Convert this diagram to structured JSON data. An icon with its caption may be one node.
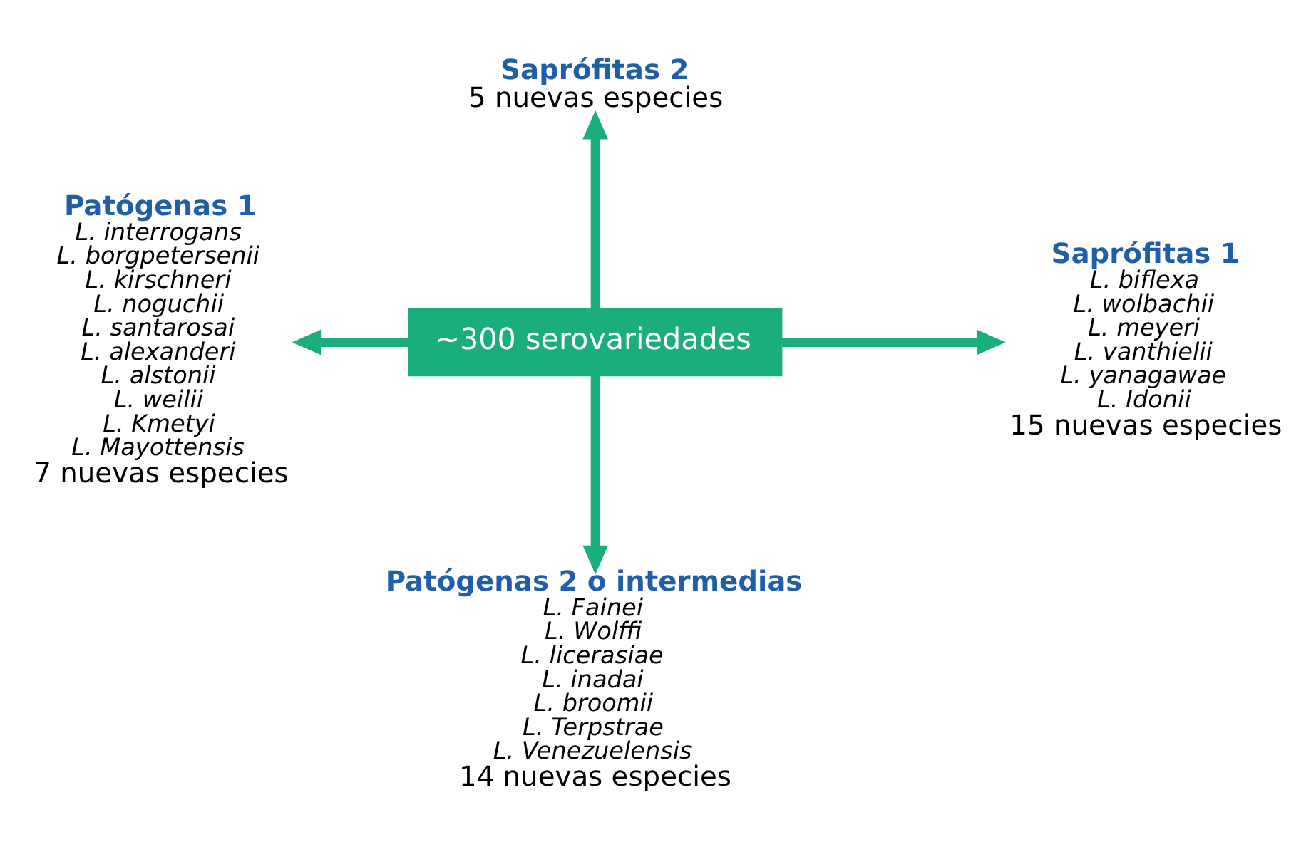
{
  "diagram": {
    "nodes": [
      {
        "text": [
          "~300 serovariedades"
        ]
      },
      {
        "text": [
          "Saprófitas 2",
          "5 nuevas especies"
        ]
      },
      {
        "text": [
          "Patógenas 1",
          "L. interrogans",
          "L. borgpetersenii",
          "L. kirschneri",
          "L. noguchii",
          "L. santarosai",
          "L. alexanderi",
          "L. alstonii",
          "L. weilii",
          "L. Kmetyi",
          "L. Mayottensis",
          "7 nuevas especies"
        ]
      },
      {
        "text": [
          "Saprófitas 1",
          "L. biflexa",
          "L. wolbachii",
          "L. meyeri",
          "L. vanthielii",
          "L. yanagawae",
          "L. Idonii",
          "15 nuevas especies"
        ]
      },
      {
        "text": [
          "Patógenas 2 o intermedias",
          "L. Fainei",
          "L. Wolffi",
          "L. licerasiae",
          "L. inadai",
          "L. broomii",
          "L. Terpstrae",
          "L. Venezuelensis",
          "14 nuevas especies"
        ]
      }
    ],
    "edges": [
      {
        "from": 0,
        "to": 1,
        "arrow": "to"
      },
      {
        "from": 0,
        "to": 2,
        "arrow": "to"
      },
      {
        "from": 0,
        "to": 3,
        "arrow": "to"
      },
      {
        "from": 0,
        "to": 4,
        "arrow": "to"
      }
    ]
  }
}
